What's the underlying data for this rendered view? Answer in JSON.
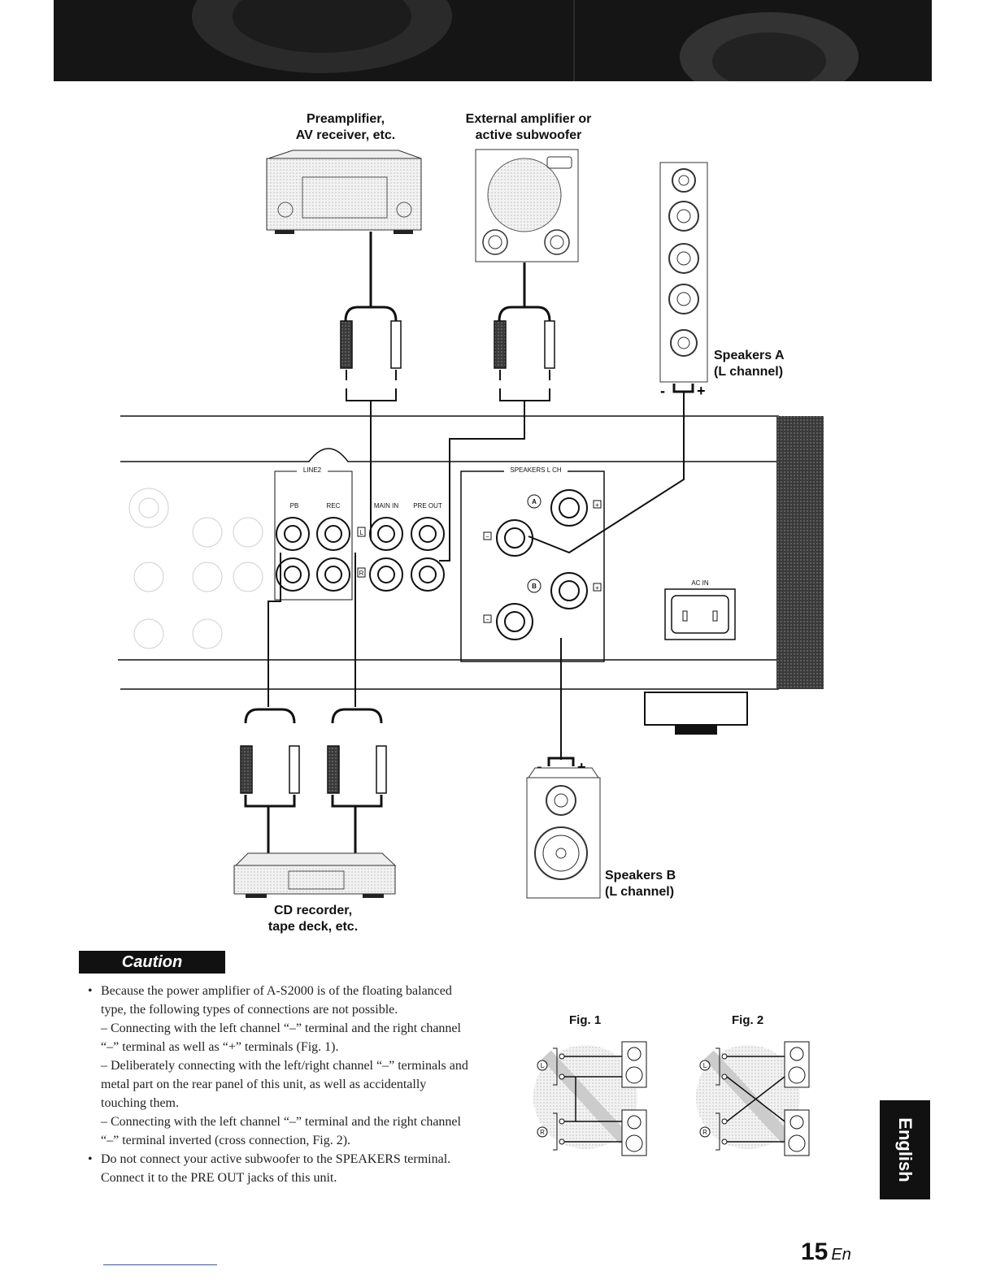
{
  "labels": {
    "preamp_line1": "Preamplifier,",
    "preamp_line2": "AV receiver, etc.",
    "ext_amp_line1": "External amplifier or",
    "ext_amp_line2": "active subwoofer",
    "speakers_a_line1": "Speakers A",
    "speakers_a_line2": "(L channel)",
    "speakers_b_line1": "Speakers B",
    "speakers_b_line2": "(L channel)",
    "cd_line1": "CD recorder,",
    "cd_line2": "tape deck, etc."
  },
  "panel": {
    "line2": "LINE2",
    "pb": "PB",
    "rec": "REC",
    "main_in": "MAIN IN",
    "pre_out": "PRE OUT",
    "speakers_l_ch": "SPEAKERS L CH",
    "ac_in": "AC IN",
    "terminal_a": "A",
    "terminal_b": "B",
    "plus": "+",
    "minus": "−",
    "ch_l": "L",
    "ch_r": "R"
  },
  "caution": {
    "title": "Caution",
    "bullet1": "Because the power amplifier of A-S2000 is of the floating balanced type, the following types of connections are not possible.",
    "sub1": "– Connecting with the left channel “–” terminal and the right channel “–” terminal as well as “+” terminals (Fig. 1).",
    "sub2": "– Deliberately connecting with the left/right channel “–” terminals and metal part on the rear panel of this unit, as well as accidentally touching them.",
    "sub3": "– Connecting with the left channel “–” terminal and the right channel “–” terminal inverted (cross connection, Fig. 2).",
    "bullet2": "Do not connect your active subwoofer to the SPEAKERS terminal. Connect it to the PRE OUT jacks of this unit."
  },
  "figures": {
    "fig1": "Fig. 1",
    "fig2": "Fig. 2"
  },
  "side_tab": "English",
  "page": {
    "number": "15",
    "suffix": "En"
  }
}
